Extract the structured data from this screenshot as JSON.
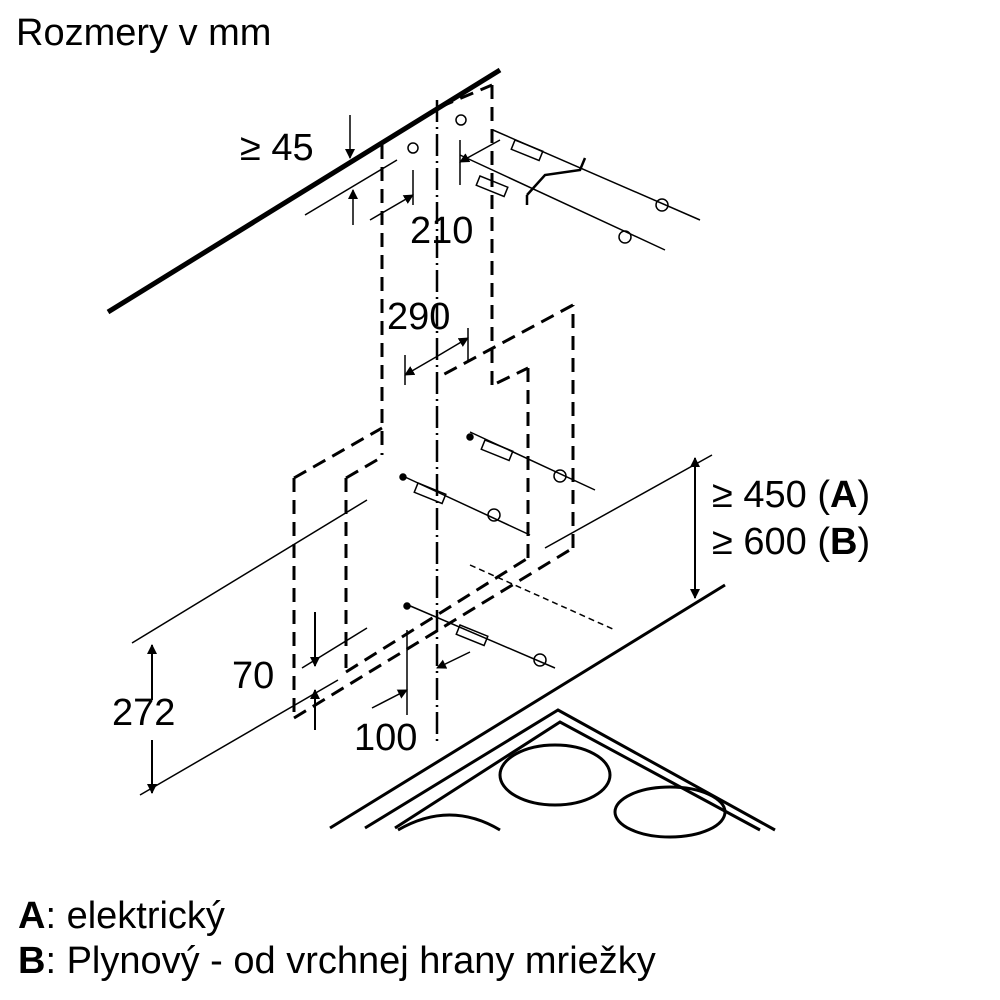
{
  "title": "Rozmery v mm",
  "dimensions": {
    "ceiling_gap": "≥ 45",
    "d210": "210",
    "d290": "290",
    "d70": "70",
    "d272": "272",
    "d100": "100",
    "height_a_prefix": "≥ 450 (",
    "height_a_key": "A",
    "height_a_suffix": ")",
    "height_b_prefix": "≥ 600 (",
    "height_b_key": "B",
    "height_b_suffix": ")"
  },
  "legend": [
    {
      "key": "A",
      "text": ": elektrický"
    },
    {
      "key": "B",
      "text": ": Plynový - od vrchnej hrany mriežky"
    }
  ]
}
